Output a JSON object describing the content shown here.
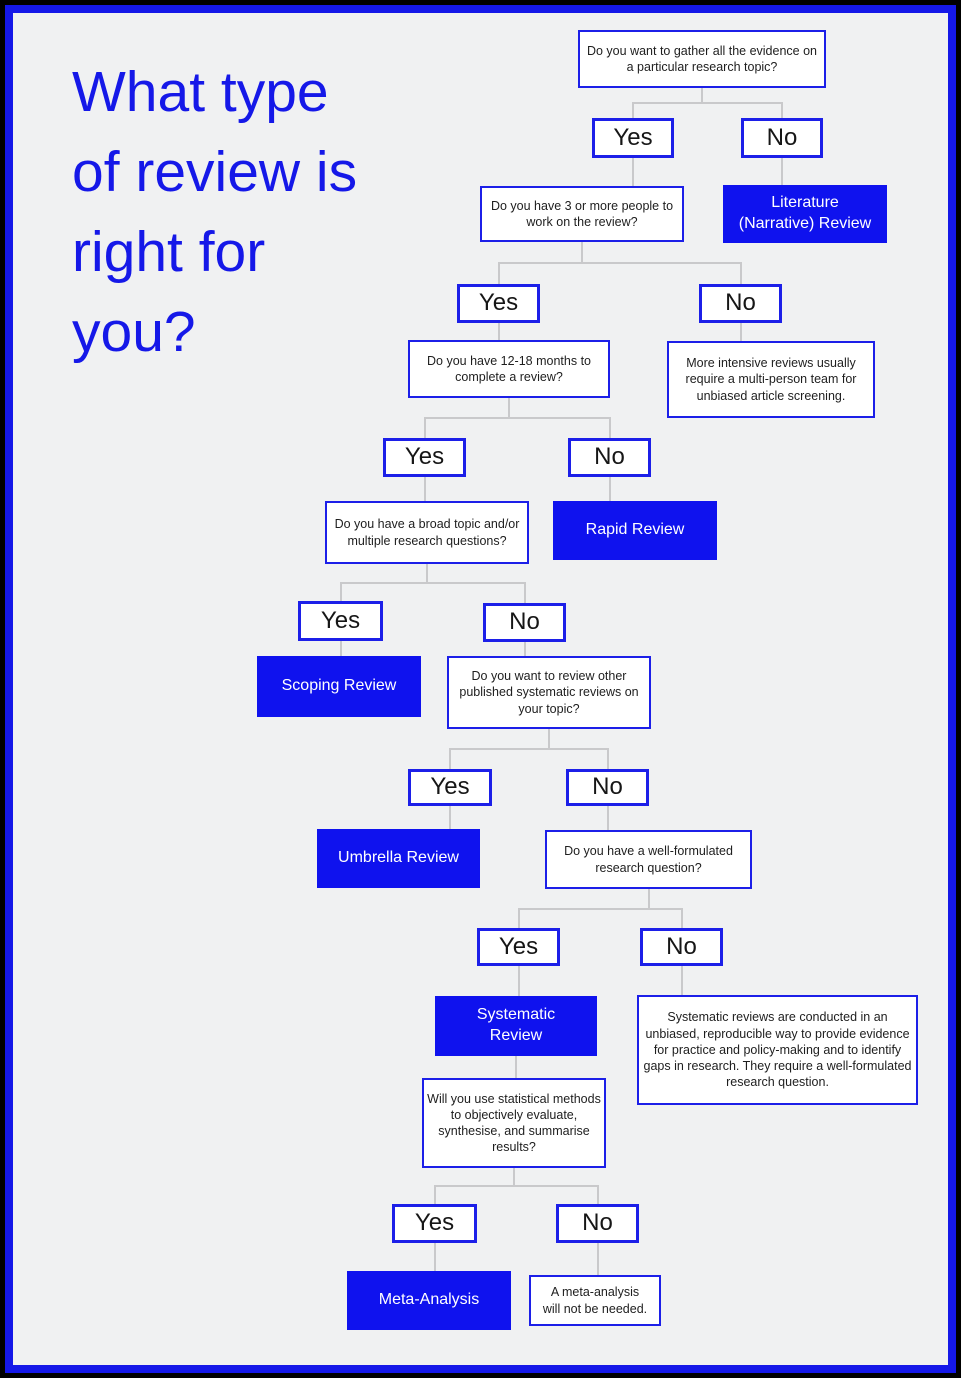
{
  "title": {
    "text": "What type\nof review is\nright for\nyou?"
  },
  "nodes": {
    "q1": {
      "label": "Do you want to gather all the evidence on a particular research topic?"
    },
    "a1y": {
      "label": "Yes"
    },
    "a1n": {
      "label": "No"
    },
    "r1": {
      "label": "Literature (Narrative) Review"
    },
    "q2": {
      "label": "Do you have 3 or more people to work on the review?"
    },
    "a2y": {
      "label": "Yes"
    },
    "a2n": {
      "label": "No"
    },
    "q3": {
      "label": "Do you have 12-18 months to complete a review?"
    },
    "i1": {
      "label": "More intensive reviews usually require a multi-person team for unbiased article screening."
    },
    "a3y": {
      "label": "Yes"
    },
    "a3n": {
      "label": "No"
    },
    "q4": {
      "label": "Do you have a broad topic and/or multiple research questions?"
    },
    "r2": {
      "label": "Rapid Review"
    },
    "a4y": {
      "label": "Yes"
    },
    "a4n": {
      "label": "No"
    },
    "r3": {
      "label": "Scoping Review"
    },
    "q5": {
      "label": "Do you want to review other published systematic reviews on your topic?"
    },
    "a5y": {
      "label": "Yes"
    },
    "a5n": {
      "label": "No"
    },
    "r4": {
      "label": "Umbrella Review"
    },
    "q6": {
      "label": "Do you have a well-formulated research question?"
    },
    "a6y": {
      "label": "Yes"
    },
    "a6n": {
      "label": "No"
    },
    "r5": {
      "label": "Systematic\nReview"
    },
    "i2": {
      "label": "Systematic reviews are conducted in an unbiased, reproducible way to provide evidence for practice and policy-making and to identify gaps in research. They require a well-formulated research question."
    },
    "q7": {
      "label": "Will you use statistical methods to objectively evaluate, synthesise, and summarise results?"
    },
    "a7y": {
      "label": "Yes"
    },
    "a7n": {
      "label": "No"
    },
    "r6": {
      "label": "Meta-Analysis"
    },
    "i3": {
      "label": "A meta-analysis\nwill not be needed."
    }
  },
  "edges": [
    {
      "from": "q1",
      "to": [
        "a1y",
        "a1n"
      ],
      "type": "split"
    },
    {
      "from": "a1y",
      "to": [
        "q2"
      ],
      "type": "drop"
    },
    {
      "from": "a1n",
      "to": [
        "r1"
      ],
      "type": "drop"
    },
    {
      "from": "q2",
      "to": [
        "a2y",
        "a2n"
      ],
      "type": "split"
    },
    {
      "from": "a2y",
      "to": [
        "q3"
      ],
      "type": "drop"
    },
    {
      "from": "a2n",
      "to": [
        "i1"
      ],
      "type": "drop"
    },
    {
      "from": "q3",
      "to": [
        "a3y",
        "a3n"
      ],
      "type": "split"
    },
    {
      "from": "a3y",
      "to": [
        "q4"
      ],
      "type": "drop"
    },
    {
      "from": "a3n",
      "to": [
        "r2"
      ],
      "type": "drop"
    },
    {
      "from": "q4",
      "to": [
        "a4y",
        "a4n"
      ],
      "type": "split"
    },
    {
      "from": "a4y",
      "to": [
        "r3"
      ],
      "type": "drop"
    },
    {
      "from": "a4n",
      "to": [
        "q5"
      ],
      "type": "drop"
    },
    {
      "from": "q5",
      "to": [
        "a5y",
        "a5n"
      ],
      "type": "split"
    },
    {
      "from": "a5y",
      "to": [
        "r4"
      ],
      "type": "drop"
    },
    {
      "from": "a5n",
      "to": [
        "q6"
      ],
      "type": "drop"
    },
    {
      "from": "q6",
      "to": [
        "a6y",
        "a6n"
      ],
      "type": "split"
    },
    {
      "from": "a6y",
      "to": [
        "r5"
      ],
      "type": "drop"
    },
    {
      "from": "a6n",
      "to": [
        "i2"
      ],
      "type": "drop"
    },
    {
      "from": "r5",
      "to": [
        "q7"
      ],
      "type": "drop"
    },
    {
      "from": "q7",
      "to": [
        "a7y",
        "a7n"
      ],
      "type": "split"
    },
    {
      "from": "a7y",
      "to": [
        "r6"
      ],
      "type": "drop"
    },
    {
      "from": "a7n",
      "to": [
        "i3"
      ],
      "type": "drop"
    }
  ],
  "colors": {
    "title_blue": "#1518E8",
    "box_border_blue": "#1C1FE8",
    "result_fill_blue": "#0F12EE",
    "result_text": "#FFFFFF",
    "question_text": "#1E1E1E",
    "connector_gray": "#C9C9CB",
    "background_gray": "#F0F1F2",
    "frame_black": "#000000"
  }
}
